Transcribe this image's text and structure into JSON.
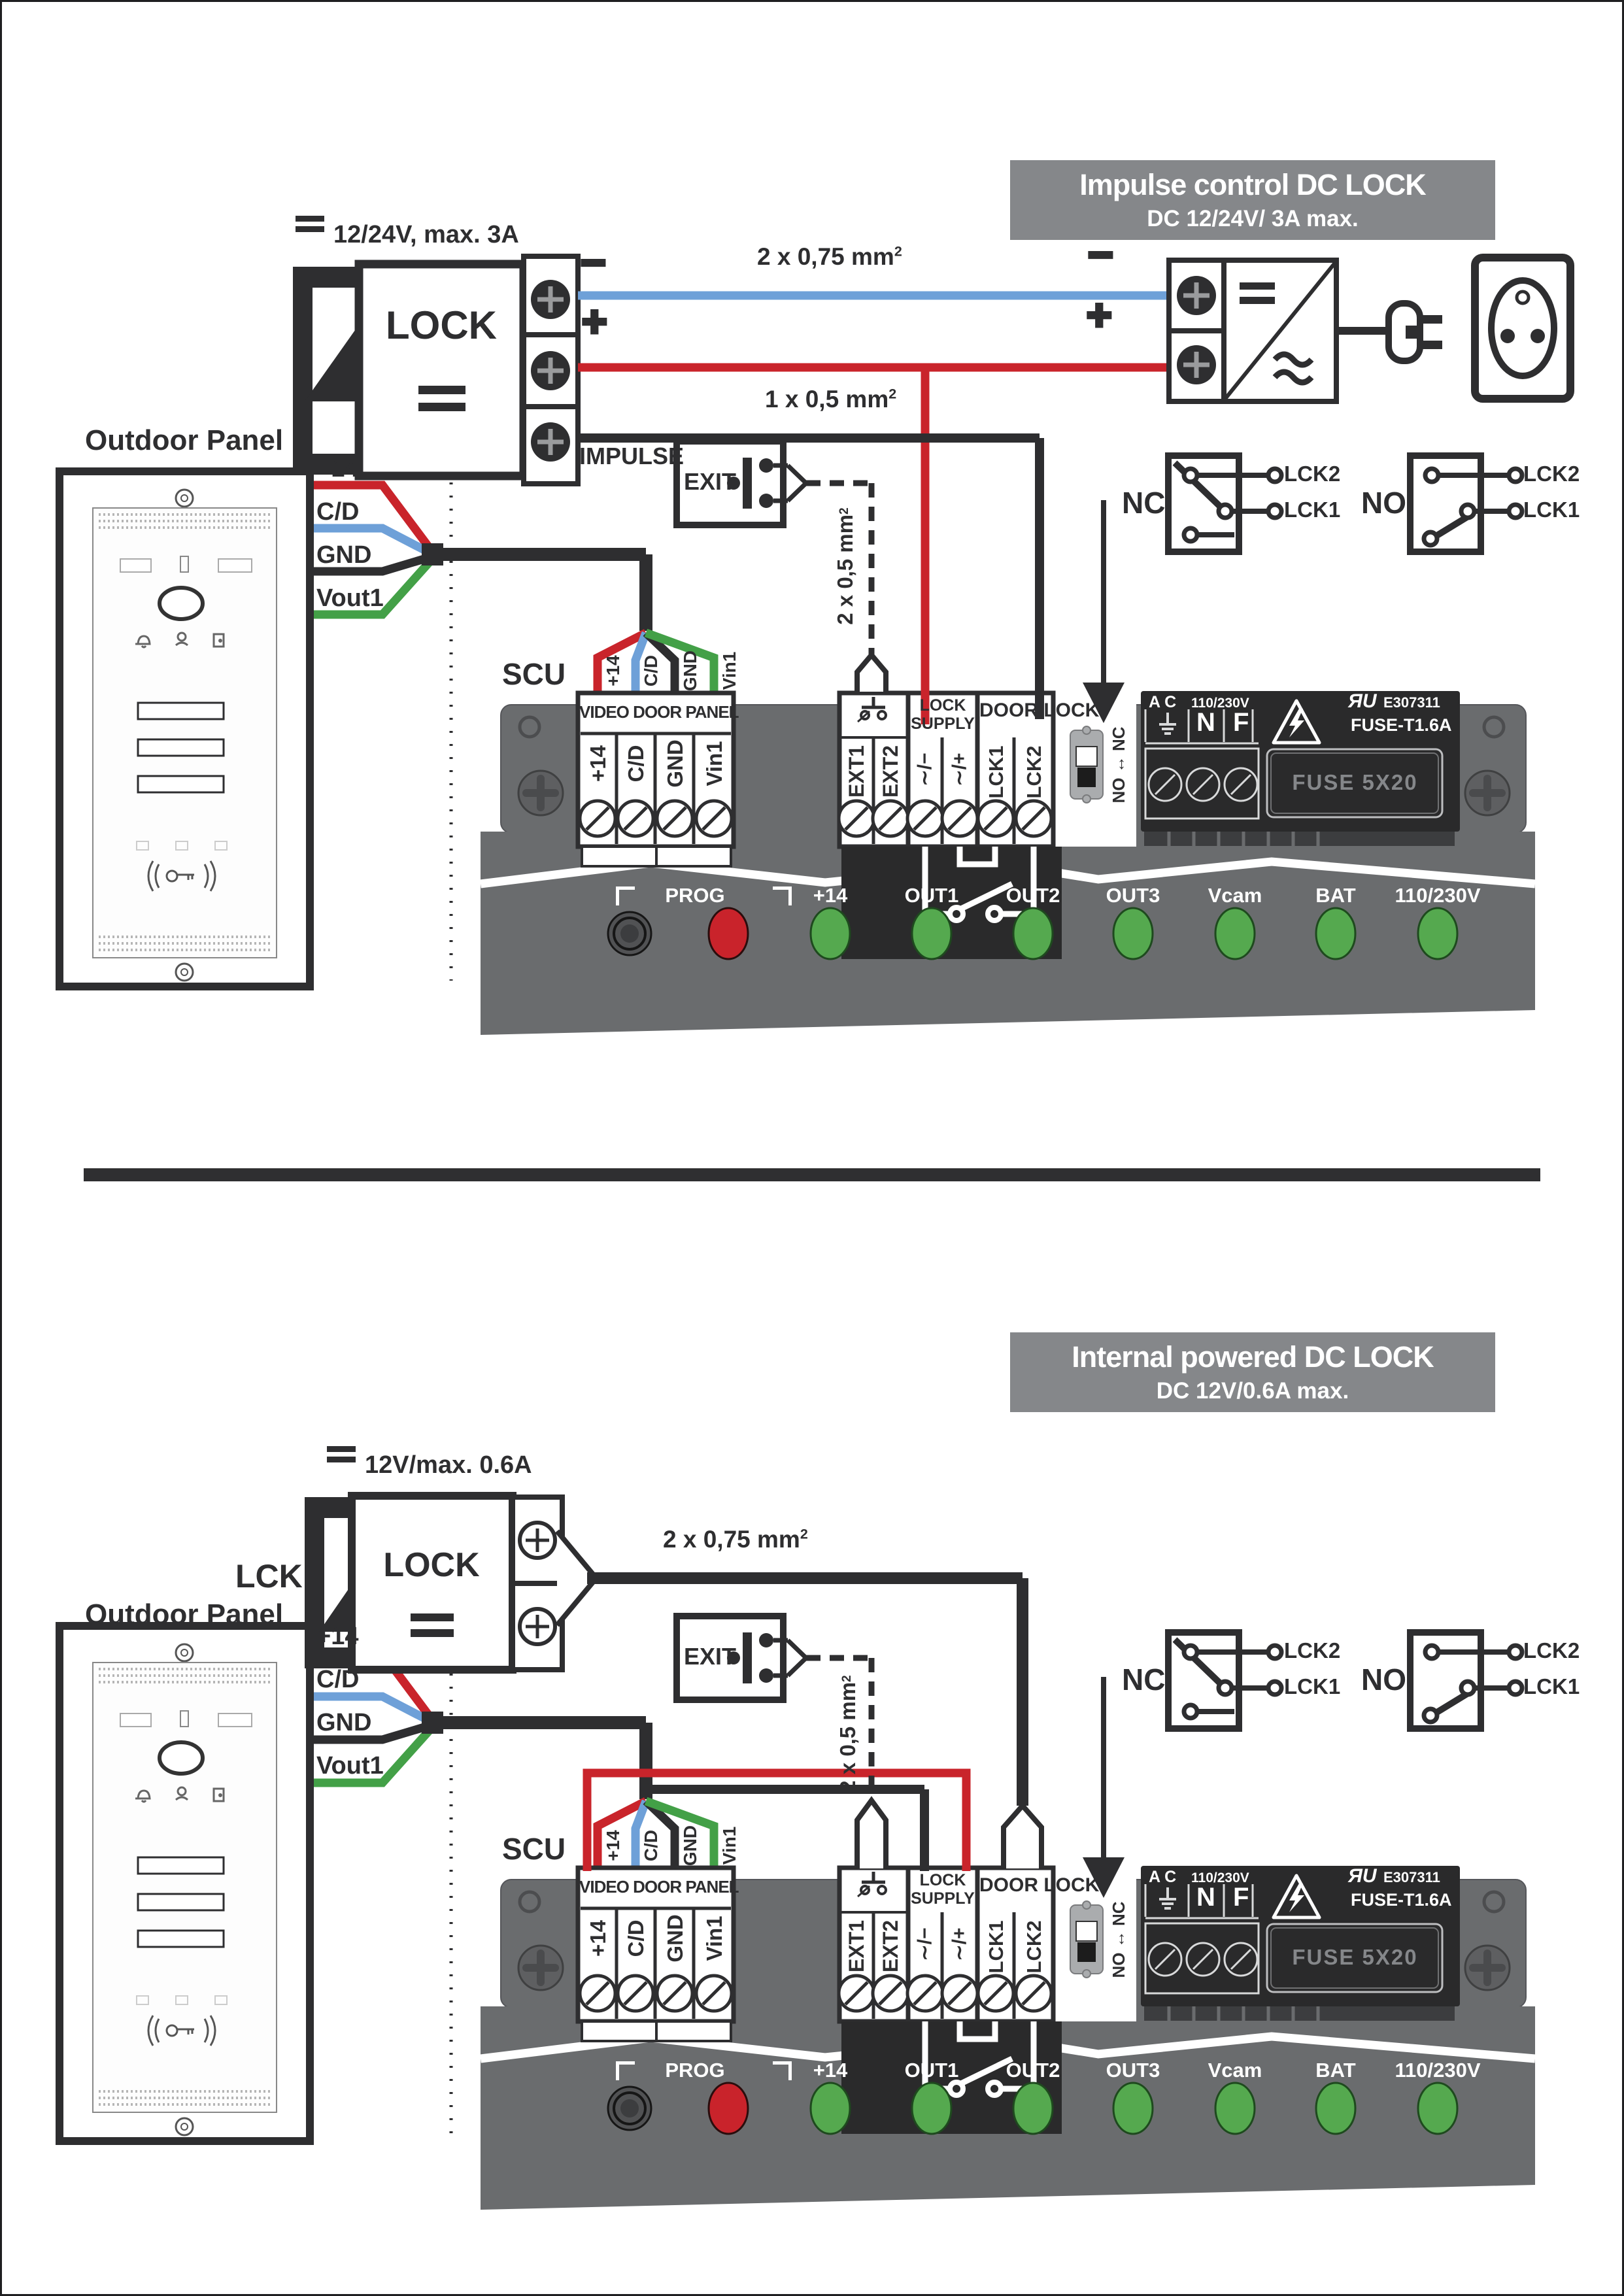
{
  "colors": {
    "red": "#c9242b",
    "blue": "#6ea0d8",
    "green": "#43a047",
    "dark": "#2e2e30",
    "header_gray": "#85878a",
    "housing_gray": "#6a6c6e",
    "led_green": "#55a94f",
    "led_red": "#c9232b"
  },
  "top": {
    "header_title": "Impulse control  DC LOCK",
    "header_subtitle": "DC 12/24V/ 3A max.",
    "lock_rating": "12/24V, max. 3A",
    "lock_label": "LOCK",
    "impulse_label": "IMPULSE",
    "minus": "−",
    "plus": "+",
    "wire_psu_label": "2 x 0,75 mm",
    "wire_psu_sup": "2",
    "wire_impulse_label": "1 x 0,5 mm",
    "wire_impulse_sup": "2"
  },
  "bottom": {
    "header_title": "Internal powered DC LOCK",
    "header_subtitle": "DC 12V/0.6A max.",
    "lock_rating": "12V/max. 0.6A",
    "lock_label": "LOCK",
    "lck_label": "LCK",
    "cable_label": "2 x 0,75 mm",
    "cable_sup": "2"
  },
  "panel": {
    "title": "Outdoor Panel",
    "wire1": "+14",
    "wire2": "C/D",
    "wire3": "GND",
    "wire4": "Vout1"
  },
  "exit": {
    "label": "EXIT",
    "cable_label": "2 x 0,5 mm",
    "cable_sup": "2"
  },
  "ncno": {
    "nc": "NC",
    "no": "NO",
    "lck1": "LCK1",
    "lck2": "LCK2"
  },
  "scu": {
    "name": "SCU",
    "video_title": "VIDEO DOOR PANEL",
    "t1": "+14",
    "t2": "C/D",
    "t3": "GND",
    "t4": "Vin1",
    "ext1": "EXT1",
    "ext2": "EXT2",
    "lock_supply": "LOCK SUPPLY",
    "ls_minus": "∼/−",
    "ls_plus": "∼/+",
    "door_lock": "DOOR LOCK",
    "lck1": "LCK1",
    "lck2": "LCK2",
    "switch_label": "NO ↔ NC",
    "ac": "A C",
    "voltage": "110/230V",
    "n": "N",
    "f": "F",
    "ul_mark": "ЯU",
    "ul_code": "E307311",
    "fuse_rating": "FUSE-T1.6A",
    "fuse_holder": "FUSE 5X20",
    "prog": "PROG",
    "led1": "+14",
    "led2": "OUT1",
    "led3": "OUT2",
    "led4": "OUT3",
    "led5": "Vcam",
    "led6": "BAT",
    "led7": "110/230V"
  }
}
